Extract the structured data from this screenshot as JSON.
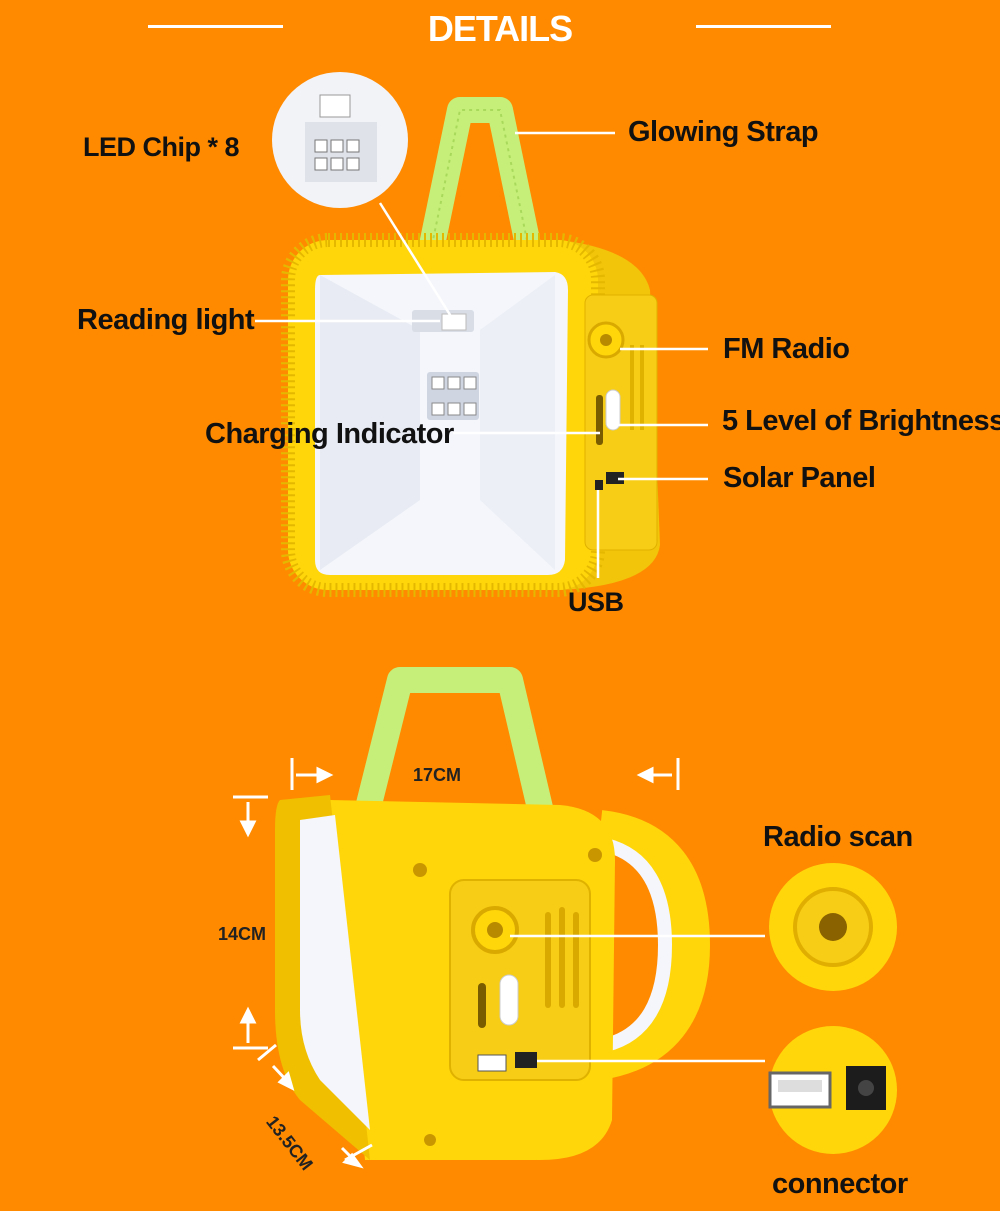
{
  "header": {
    "title": "DETAILS"
  },
  "top_callouts": {
    "led_chip": "LED Chip * 8",
    "glowing_strap": "Glowing Strap",
    "reading_light": "Reading light",
    "fm_radio": "FM Radio",
    "charging_indicator": "Charging Indicator",
    "brightness": "5 Level of Brightness",
    "solar_panel": "Solar Panel",
    "usb": "USB"
  },
  "dimensions": {
    "width": "17CM",
    "height": "14CM",
    "depth": "13.5CM"
  },
  "bottom_callouts": {
    "radio_scan": "Radio scan",
    "connector": "connector"
  },
  "colors": {
    "background": "#ff8a00",
    "body": "#ffd60a",
    "strap": "#c6ef7a",
    "panel": "#f4f6fb"
  }
}
